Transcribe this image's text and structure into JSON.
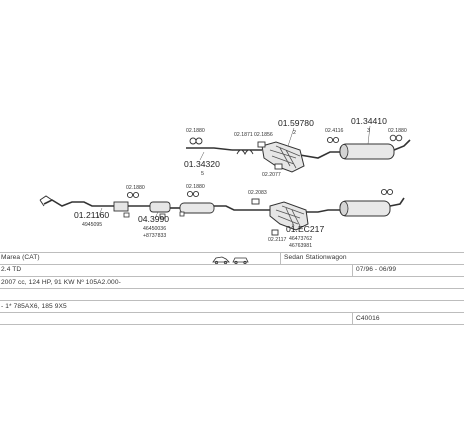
{
  "parts": {
    "p01_59780": "01.59780",
    "p01_59780_idx": "2",
    "p01_34410": "01.34410",
    "p01_34410_idx": "3",
    "p02_1880_a": "02.1880",
    "p02_1880_b": "02.1880",
    "p02_1880_c": "02.1880",
    "p02_1880_d": "02.1880",
    "p02_1871": "02.1871",
    "p02_1856": "02.1856",
    "p02_4116": "02.4116",
    "p02_2077": "02.2077",
    "p02_2083": "02.2083",
    "p02_2117": "02.2117",
    "p01_34320": "01.34320",
    "p01_34320_idx": "5",
    "p01_21160": "01.21160",
    "p01_21160_sub": "4945095",
    "p04_3990": "04.3990",
    "p04_3990_sub1": "46450036",
    "p04_3990_sub2": "+8737833",
    "p01_EC217": "01.EC217",
    "p01_EC217_sub1": "46473762",
    "p01_EC217_sub2": "46763981"
  },
  "info": {
    "model": "Marea (CAT)",
    "engine": "2.4 TD",
    "body_type": "Sedan Stationwagon",
    "date_range": "07/96 - 06/99",
    "specs": "2007 cc, 124 HP, 91 KW Nº 105A2.000-",
    "tyre_spec": "- 1* 785AX6, 185 9X5",
    "code": "C40016"
  }
}
